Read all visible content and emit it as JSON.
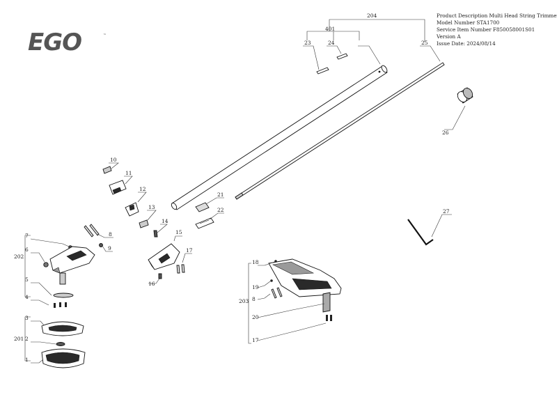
{
  "brand": {
    "logo_text": "EGO",
    "trademark": "™"
  },
  "info": {
    "description": "Product Description Multi Head String Trimmer Attachment",
    "model": "Model Number STA1700",
    "service_item": "Service Item Number F850058001S01",
    "version": "Version A",
    "issue_date": "Issue Date: 2024/08/14"
  },
  "callouts": {
    "c1": "1",
    "c2": "2",
    "c3": "3",
    "c4": "4",
    "c5": "5",
    "c6": "6",
    "c7": "7",
    "c8a": "8",
    "c8b": "8",
    "c9": "9",
    "c10": "10",
    "c11": "11",
    "c12": "12",
    "c13": "13",
    "c14": "14",
    "c15": "15",
    "c16": "16",
    "c17a": "17",
    "c17b": "17",
    "c18": "18",
    "c19": "19",
    "c20": "20",
    "c21": "21",
    "c22": "22",
    "c23": "23",
    "c24": "24",
    "c25": "25",
    "c26": "26",
    "c27": "27",
    "c201": "201",
    "c202": "202",
    "c203": "203",
    "c204": "204",
    "c401": "401"
  }
}
